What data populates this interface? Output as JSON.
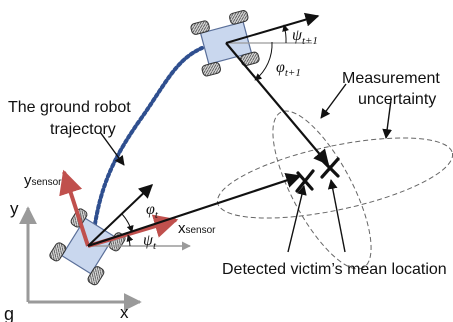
{
  "labels": {
    "measurement_line1": "Measurement",
    "measurement_line2": "uncertainty",
    "trajectory_line1": "The ground robot",
    "trajectory_line2": "trajectory",
    "detected": "Detected victim’s mean location",
    "y_sensor": "y",
    "y_sensor_sub": "sensor",
    "x_sensor": "x",
    "x_sensor_sub": "sensor",
    "axis_y": "y",
    "axis_x": "x",
    "axis_g": "g",
    "psi_top": "ψ",
    "psi_top_sub": "t+1",
    "phi_top": "φ",
    "phi_top_sub": "t+1",
    "phi_bottom": "φ",
    "phi_bottom_sub": "t",
    "psi_bottom": "ψ",
    "psi_bottom_sub": "t"
  },
  "colors": {
    "robot_body": "#c9d7ee",
    "robot_outline": "#5a6f99",
    "trajectory": "#2f4f8f",
    "sensor_axis": "#c0504d",
    "heading_line": "#9a9a9a",
    "ink": "#111111"
  }
}
